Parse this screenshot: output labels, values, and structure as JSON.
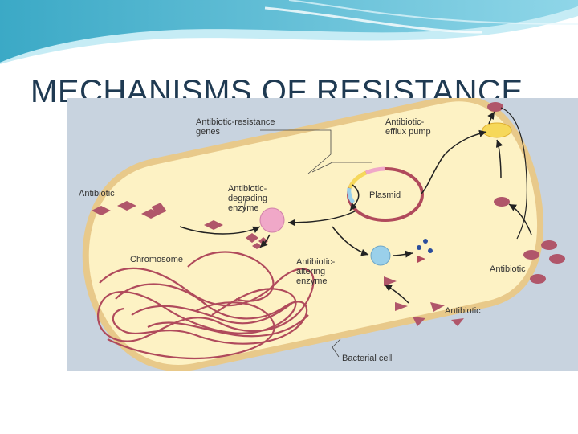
{
  "slide": {
    "title": "MECHANISMS OF RESISTANCE"
  },
  "diagram": {
    "labels": {
      "resistance_genes": [
        "Antibiotic-resistance",
        "genes"
      ],
      "efflux_pump": [
        "Antibiotic-",
        "efflux pump"
      ],
      "antibiotic_left": "Antibiotic",
      "degrading_enzyme": [
        "Antibiotic-",
        "degrading",
        "enzyme"
      ],
      "plasmid": "Plasmid",
      "chromosome": "Chromosome",
      "altering_enzyme": [
        "Antibiotic-",
        "altering",
        "enzyme"
      ],
      "antibiotic_right": "Antibiotic",
      "antibiotic_bottom": "Antibiotic",
      "bacterial_cell": "Bacterial cell"
    },
    "colors": {
      "background": "#c8d3df",
      "cell_fill": "#fdf2c4",
      "cell_border": "#e8c98a",
      "antibiotic": "#b0566a",
      "chromosome": "#b04a5c",
      "plasmid": "#b04a5c",
      "degrading_enzyme": "#f0a8c8",
      "altering_enzyme": "#9ad0ea",
      "efflux_pump": "#f6d85a",
      "arrow": "#222222"
    }
  }
}
